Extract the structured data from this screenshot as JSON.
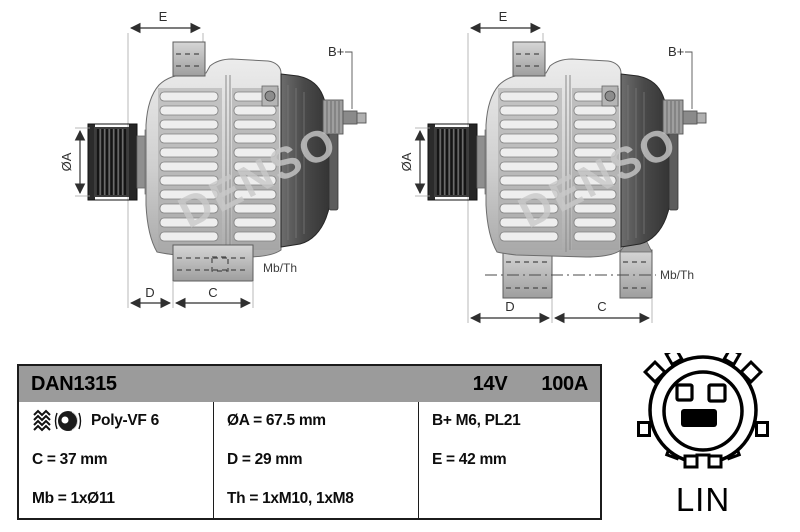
{
  "watermark": "DENSO",
  "drawing_labels": {
    "dim_e": "E",
    "terminal_bplus": "B+",
    "pulley_diameter": "ØA",
    "dim_d": "D",
    "dim_c": "C",
    "mount_label": "Mb/Th"
  },
  "spec_table": {
    "header": {
      "part_number": "DAN1315",
      "voltage": "14V",
      "amperage": "100A"
    },
    "col1": {
      "row1": "Poly-VF 6",
      "row2": "C = 37 mm",
      "row3": "Mb = 1xØ11"
    },
    "col2": {
      "row1": "ØA = 67.5 mm",
      "row2": "D = 29 mm",
      "row3": "Th = 1xM10, 1xM8"
    },
    "col3": {
      "row1": "B+ M6, PL21",
      "row2": "E = 42 mm",
      "row3": ""
    }
  },
  "connector": {
    "label": "LIN"
  }
}
